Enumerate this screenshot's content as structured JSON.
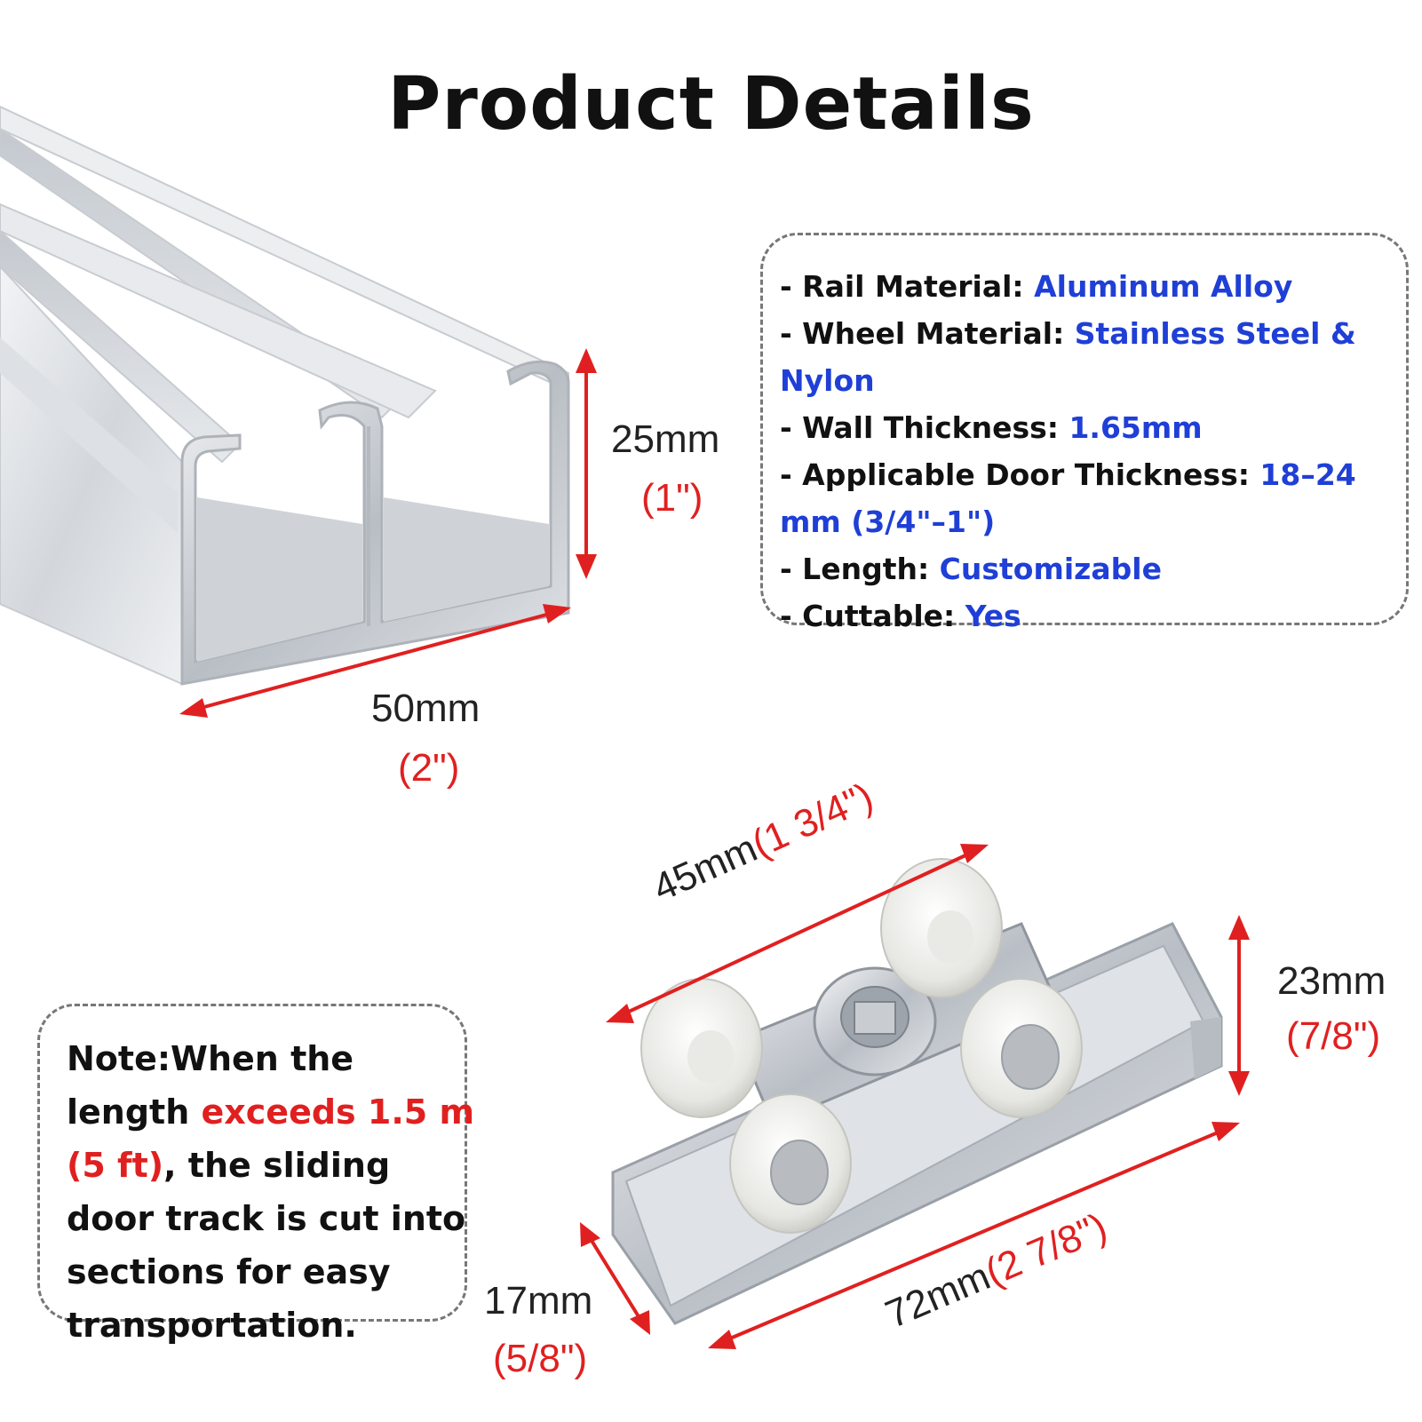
{
  "title": "Product Details",
  "rail_dimensions": {
    "height_mm": "25mm",
    "height_in": "(1\")",
    "width_mm": "50mm",
    "width_in": "(2\")"
  },
  "specs": [
    {
      "label": "- Rail Material: ",
      "value": "Aluminum Alloy"
    },
    {
      "label": "- Wheel Material: ",
      "value": "Stainless Steel & Nylon"
    },
    {
      "label": "- Wall Thickness: ",
      "value": "1.65mm"
    },
    {
      "label": "- Applicable Door Thickness: ",
      "value": "18–24 mm (3/4\"–1\")"
    },
    {
      "label": "- Length: ",
      "value": "Customizable"
    },
    {
      "label": "- Cuttable: ",
      "value": "Yes"
    }
  ],
  "roller_dimensions": {
    "length_a_mm": "45mm",
    "length_a_in": "(1 3/4\")",
    "height_mm": "23mm",
    "height_in": "(7/8\")",
    "length_b_mm": "72mm",
    "length_b_in": "(2 7/8\")",
    "width_mm": "17mm",
    "width_in": "(5/8\")"
  },
  "note": {
    "part1": "Note:When the length ",
    "highlight": "exceeds 1.5 m (5 ft)",
    "part2": ", the sliding door track is cut into sections for easy transportation."
  },
  "colors": {
    "accent_red": "#e02020",
    "value_blue": "#1f3fd6",
    "aluminum": "#d9dde2"
  }
}
